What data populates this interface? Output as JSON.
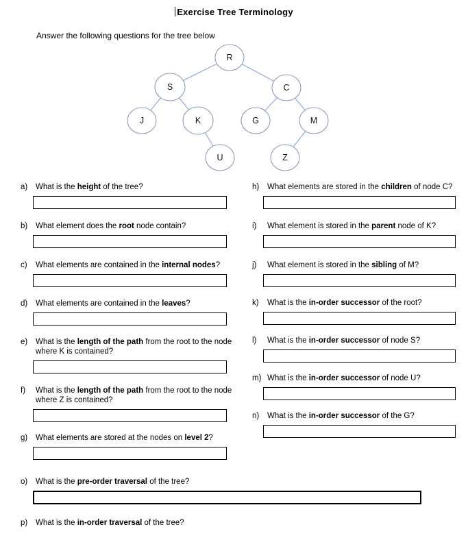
{
  "page": {
    "title": "Exercise Tree Terminology",
    "subtitle": "Answer the following questions for the tree below"
  },
  "colors": {
    "tree-edge": "#8faadc",
    "tree-node-border": "#8e9cb8",
    "text": "#000000"
  },
  "tree": {
    "nodes": [
      {
        "label": "R"
      },
      {
        "label": "S"
      },
      {
        "label": "C"
      },
      {
        "label": "J"
      },
      {
        "label": "K"
      },
      {
        "label": "G"
      },
      {
        "label": "M"
      },
      {
        "label": "U"
      },
      {
        "label": "Z"
      }
    ],
    "edges": [
      {
        "parent": "R",
        "child": "S"
      },
      {
        "parent": "R",
        "child": "C"
      },
      {
        "parent": "S",
        "child": "J"
      },
      {
        "parent": "S",
        "child": "K"
      },
      {
        "parent": "C",
        "child": "G"
      },
      {
        "parent": "C",
        "child": "M"
      },
      {
        "parent": "K",
        "child": "U"
      },
      {
        "parent": "M",
        "child": "Z"
      }
    ]
  },
  "questions": {
    "a": {
      "label": "a)",
      "pre": "What is the ",
      "bold": "height",
      "post": " of the tree?",
      "answer": ""
    },
    "b": {
      "label": "b)",
      "pre": "What element does the ",
      "bold": "root",
      "post": " node contain?",
      "answer": ""
    },
    "c": {
      "label": "c)",
      "pre": "What elements are contained in the ",
      "bold": "internal nodes",
      "post": "?",
      "answer": ""
    },
    "d": {
      "label": "d)",
      "pre": "What elements are contained in the ",
      "bold": "leaves",
      "post": "?",
      "answer": ""
    },
    "e": {
      "label": "e)",
      "pre": "What is the ",
      "bold": "length of the path",
      "post": " from the root to the node where K is contained?",
      "answer": ""
    },
    "f": {
      "label": "f)",
      "pre": "What is the ",
      "bold": "length of the path",
      "post": " from the root to the node where Z is contained?",
      "answer": ""
    },
    "g": {
      "label": "g)",
      "pre": "What elements are stored at the nodes on ",
      "bold": "level 2",
      "post": "?",
      "answer": ""
    },
    "h": {
      "label": "h)",
      "pre": "What elements are stored in the ",
      "bold": "children",
      "post": " of node C?",
      "answer": ""
    },
    "i": {
      "label": "i)",
      "pre": "What element is stored in the ",
      "bold": "parent",
      "post": " node of K?",
      "answer": ""
    },
    "j": {
      "label": "j)",
      "pre": "What element is stored in the ",
      "bold": "sibling",
      "post": " of M?",
      "answer": ""
    },
    "k": {
      "label": "k)",
      "pre": "What is the ",
      "bold": "in-order successor",
      "post": " of the root?",
      "answer": ""
    },
    "l": {
      "label": "l)",
      "pre": "What is the ",
      "bold": "in-order successor",
      "post": " of node S?",
      "answer": ""
    },
    "m": {
      "label": "m)",
      "pre": "What is the ",
      "bold": "in-order successor",
      "post": " of node U?",
      "answer": ""
    },
    "n": {
      "label": "n)",
      "pre": "What is the ",
      "bold": "in-order successor",
      "post": " of the G?",
      "answer": ""
    },
    "o": {
      "label": "o)",
      "pre": "What is the ",
      "bold": "pre-order traversal",
      "post": " of the tree?",
      "answer": ""
    },
    "p": {
      "label": "p)",
      "pre": "What is the ",
      "bold": "in-order traversal",
      "post": " of the tree?",
      "answer": ""
    }
  }
}
